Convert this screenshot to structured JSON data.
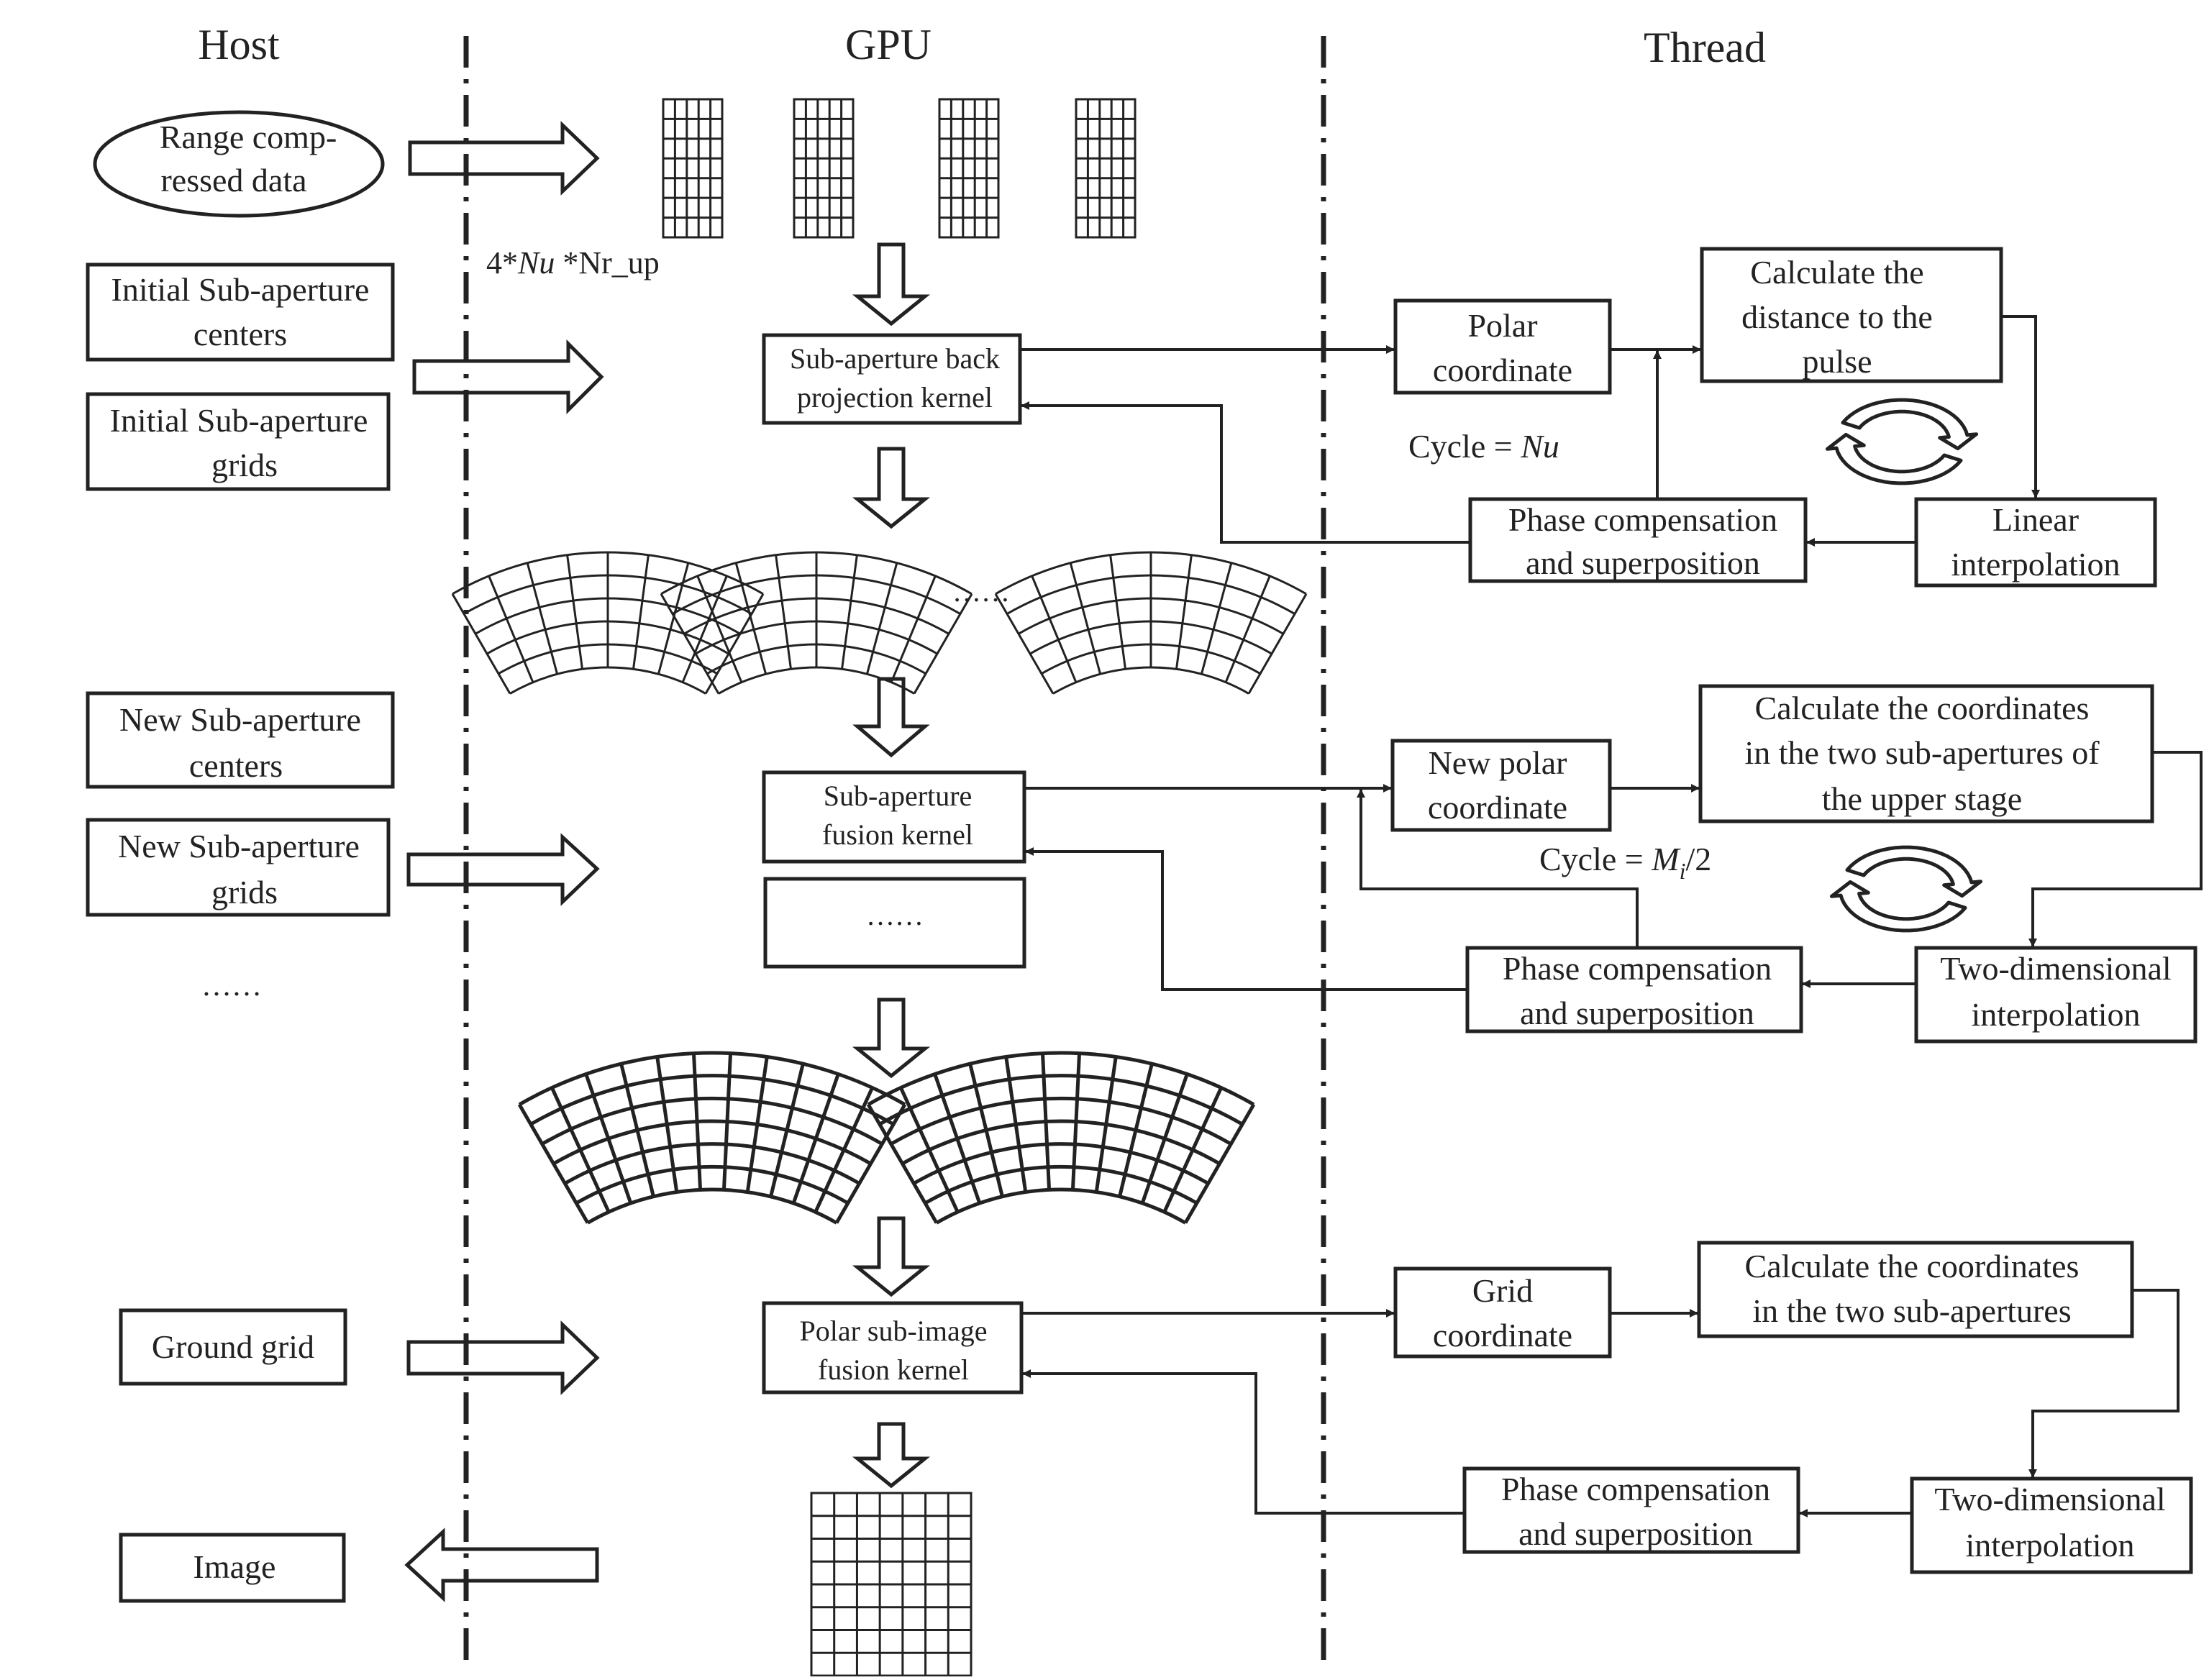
{
  "columns": {
    "host": "Host",
    "gpu": "GPU",
    "thread": "Thread"
  },
  "host": {
    "range_data": [
      "Range comp-",
      "ressed data"
    ],
    "init_centers": [
      "Initial Sub-aperture",
      "centers"
    ],
    "init_grids": [
      "Initial Sub-aperture",
      "grids"
    ],
    "new_centers": [
      "New Sub-aperture",
      "centers"
    ],
    "new_grids": [
      "New Sub-aperture",
      "grids"
    ],
    "ellipsis": "……",
    "ground_grid": "Ground grid",
    "image": "Image"
  },
  "gpu": {
    "data_size_prefix": "4*",
    "data_size_var": "Nu",
    "data_size_suffix": " *Nr_up",
    "bp_kernel": [
      "Sub-aperture back",
      "projection kernel"
    ],
    "sub_ellipsis": "……",
    "fusion_kernel": [
      "Sub-aperture",
      "fusion kernel"
    ],
    "fusion_ellipsis": "……",
    "polar_kernel": [
      "Polar sub-image",
      "fusion kernel"
    ]
  },
  "thread": {
    "s1": {
      "polar": [
        "Polar",
        "coordinate"
      ],
      "calc": [
        "Calculate the",
        "distance to the",
        "pulse"
      ],
      "cycle_prefix": "Cycle = ",
      "cycle_var": "Nu",
      "phase": [
        "Phase compensation",
        "and superposition"
      ],
      "interp": [
        "Linear",
        "interpolation"
      ]
    },
    "s2": {
      "polar": [
        "New polar",
        "coordinate"
      ],
      "calc": [
        "Calculate the coordinates",
        "in the two sub-apertures of",
        "the upper stage"
      ],
      "cycle_prefix": "Cycle = ",
      "cycle_var": "M",
      "cycle_sub": "i",
      "cycle_suffix": "/2",
      "phase": [
        "Phase compensation",
        "and superposition"
      ],
      "interp": [
        "Two-dimensional",
        "interpolation"
      ]
    },
    "s3": {
      "grid": [
        "Grid",
        "coordinate"
      ],
      "calc": [
        "Calculate the coordinates",
        "in the two sub-apertures"
      ],
      "phase": [
        "Phase compensation",
        "and superposition"
      ],
      "interp": [
        "Two-dimensional",
        "interpolation"
      ]
    }
  }
}
